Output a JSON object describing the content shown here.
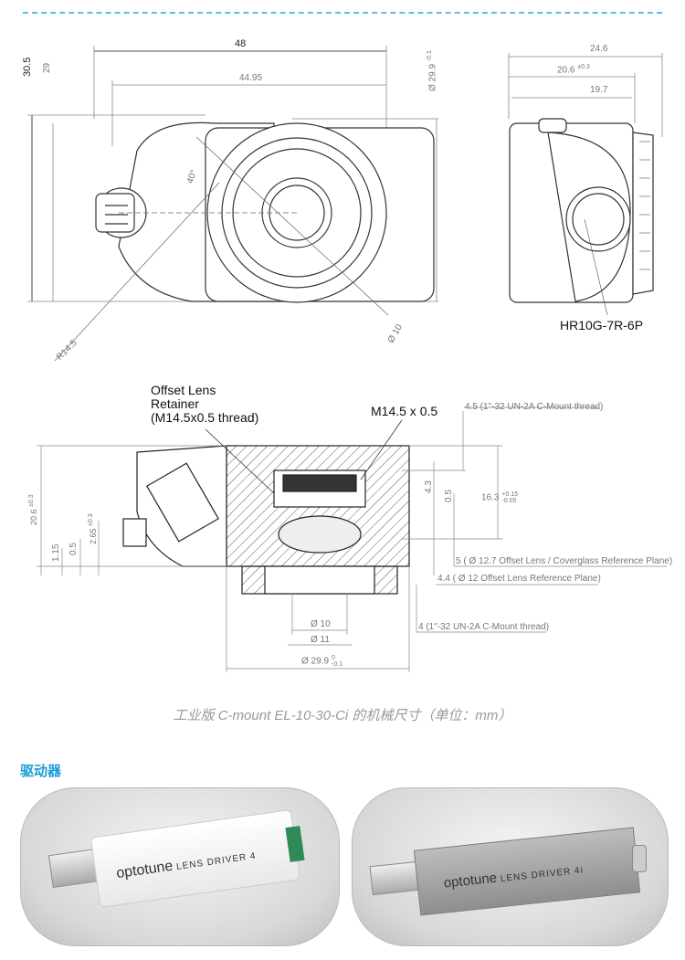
{
  "top_view": {
    "dims": {
      "overall_width": "48",
      "inner_width": "44.95",
      "overall_height": "30.5",
      "inner_height": "29",
      "diameter": "Ø 29.9",
      "diameter_tol_upper": "0",
      "diameter_tol_lower": "-0.1",
      "angle": "40°",
      "radius": "R14.5",
      "aperture": "Ø 10"
    }
  },
  "side_view": {
    "dims": {
      "overall": "24.6",
      "body": "20.6",
      "body_tol": "±0.3",
      "inner": "19.7"
    },
    "connector_label": "HR10G-7R-6P"
  },
  "section_view": {
    "retainer_label_lines": [
      "Offset Lens",
      "Retainer",
      "(M14.5x0.5 thread)"
    ],
    "thread_label": "M14.5 x 0.5",
    "dims": {
      "cmount_top": "4.5 (1\"-32 UN-2A C-Mount thread)",
      "d43": "4.3",
      "d05_right": "0.5",
      "d163": "16.3",
      "d163_tol_upper": "+0.15",
      "d163_tol_lower": "-0.05",
      "ref_plane_5": "5 ( Ø 12.7 Offset Lens / Coverglass Reference Plane)",
      "ref_plane_44": "4.4  ( Ø 12 Offset Lens Reference Plane)",
      "cmount_bottom": "4 (1\"-32 UN-2A C-Mount thread)",
      "dia10": "Ø 10",
      "dia11": "Ø 11",
      "dia299": "Ø 29.9",
      "dia299_tol_upper": "0",
      "dia299_tol_lower": "-0.1",
      "height": "20.6",
      "height_tol": "±0.3",
      "d265": "2.65",
      "d265_tol": "±0.3",
      "d05_left": "0.5",
      "d115": "1.15"
    }
  },
  "caption": "工业版 C-mount EL-10-30-Ci 的机械尺寸（单位：mm）",
  "drivers_heading": "驱动器",
  "drivers": [
    {
      "brand": "optotune",
      "model": "LENS DRIVER 4"
    },
    {
      "brand": "optotune",
      "model": "LENS DRIVER 4i"
    }
  ],
  "colors": {
    "accent": "#1a9ad6",
    "divider": "#5bc0de"
  }
}
